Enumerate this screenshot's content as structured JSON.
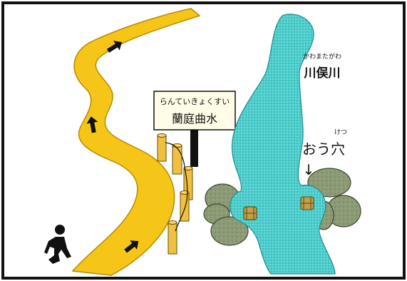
{
  "sign": {
    "reading": "らんていきょくすい",
    "name": "蘭庭曲水"
  },
  "river": {
    "reading": "かわまたがわ",
    "name": "川俣川"
  },
  "pothole": {
    "reading": "けつ",
    "name": "おう穴",
    "arrow": "↓"
  },
  "icons": [
    "walking-person-icon",
    "direction-arrow-icon"
  ],
  "colors": {
    "stream": "#f5c518",
    "stream_outline": "#b88a00",
    "river": "#4fd0cf",
    "boulder": "#8c9a76",
    "post": "#f0c040",
    "signboard": "#fffde8"
  }
}
